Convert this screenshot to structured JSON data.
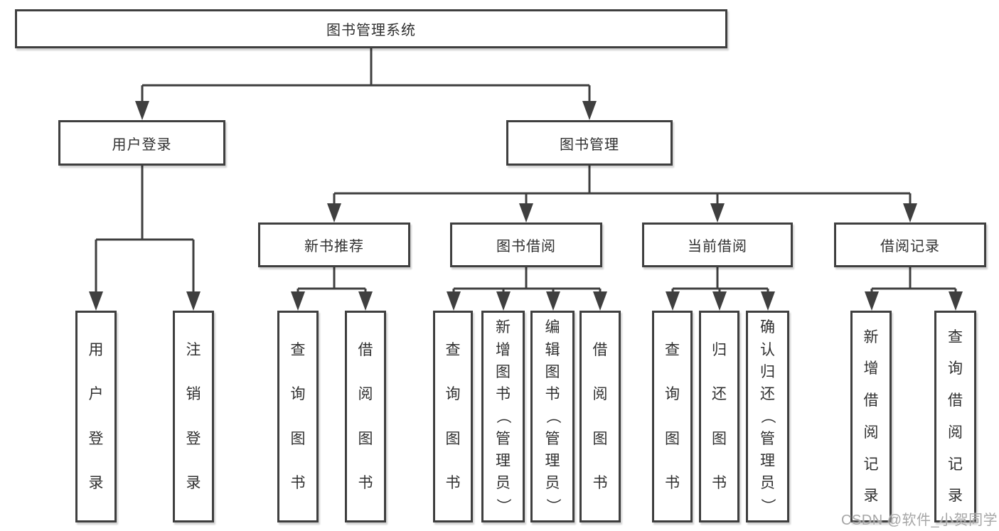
{
  "tree": {
    "label": "图书管理系统",
    "children": [
      {
        "label": "用户登录",
        "children": [
          {
            "label": "用户登录"
          },
          {
            "label": "注销登录"
          }
        ]
      },
      {
        "label": "图书管理",
        "children": [
          {
            "label": "新书推荐",
            "children": [
              {
                "label": "查询图书"
              },
              {
                "label": "借阅图书"
              }
            ]
          },
          {
            "label": "图书借阅",
            "children": [
              {
                "label": "查询图书"
              },
              {
                "label": "新增图书（管理员）"
              },
              {
                "label": "编辑图书（管理员）"
              },
              {
                "label": "借阅图书"
              }
            ]
          },
          {
            "label": "当前借阅",
            "children": [
              {
                "label": "查询图书"
              },
              {
                "label": "归还图书"
              },
              {
                "label": "确认归还（管理员）"
              }
            ]
          },
          {
            "label": "借阅记录",
            "children": [
              {
                "label": "新增借阅记录"
              },
              {
                "label": "查询借阅记录"
              }
            ]
          }
        ]
      }
    ]
  },
  "watermark": {
    "text": "CSDN @软件_小贺同学"
  },
  "colors": {
    "line": "#3f3f3f",
    "border": "#3f3f3f",
    "text": "#303030",
    "watermark": "#a6a6a6",
    "background": "#ffffff"
  }
}
